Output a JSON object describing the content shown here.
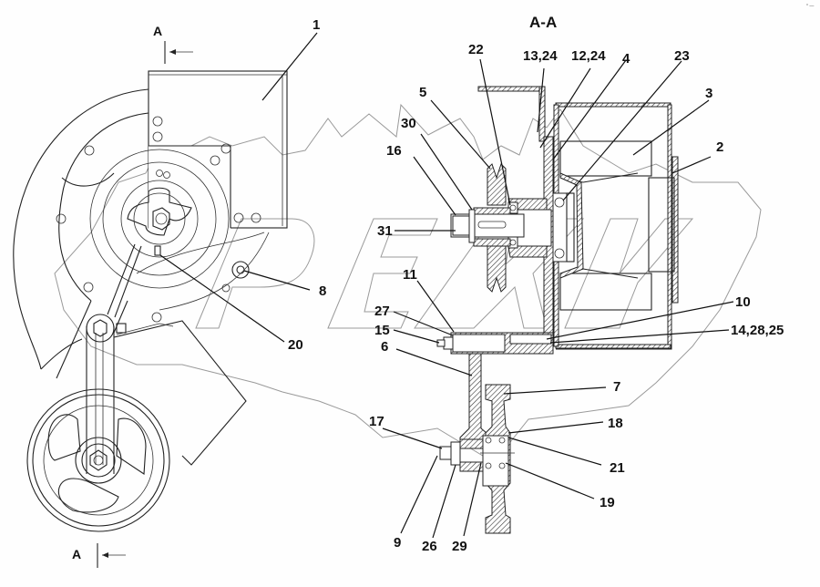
{
  "diagram": {
    "section_title": "A-A",
    "corner_mark": "° —",
    "section_markers": [
      {
        "id": "top",
        "letter": "A"
      },
      {
        "id": "bottom",
        "letter": "A"
      }
    ],
    "watermark_text": "OPEX",
    "callouts": [
      {
        "id": "1",
        "label": "1"
      },
      {
        "id": "2",
        "label": "2"
      },
      {
        "id": "3",
        "label": "3"
      },
      {
        "id": "4",
        "label": "4"
      },
      {
        "id": "5",
        "label": "5"
      },
      {
        "id": "6",
        "label": "6"
      },
      {
        "id": "7",
        "label": "7"
      },
      {
        "id": "8",
        "label": "8"
      },
      {
        "id": "9",
        "label": "9"
      },
      {
        "id": "10",
        "label": "10"
      },
      {
        "id": "11",
        "label": "11"
      },
      {
        "id": "12_24",
        "label": "12,24"
      },
      {
        "id": "13_24",
        "label": "13,24"
      },
      {
        "id": "14_28_25",
        "label": "14,28,25"
      },
      {
        "id": "15",
        "label": "15"
      },
      {
        "id": "16",
        "label": "16"
      },
      {
        "id": "17",
        "label": "17"
      },
      {
        "id": "18",
        "label": "18"
      },
      {
        "id": "19",
        "label": "19"
      },
      {
        "id": "20",
        "label": "20"
      },
      {
        "id": "21",
        "label": "21"
      },
      {
        "id": "22",
        "label": "22"
      },
      {
        "id": "23",
        "label": "23"
      },
      {
        "id": "26",
        "label": "26"
      },
      {
        "id": "27",
        "label": "27"
      },
      {
        "id": "29",
        "label": "29"
      },
      {
        "id": "30",
        "label": "30"
      },
      {
        "id": "31",
        "label": "31"
      }
    ]
  }
}
